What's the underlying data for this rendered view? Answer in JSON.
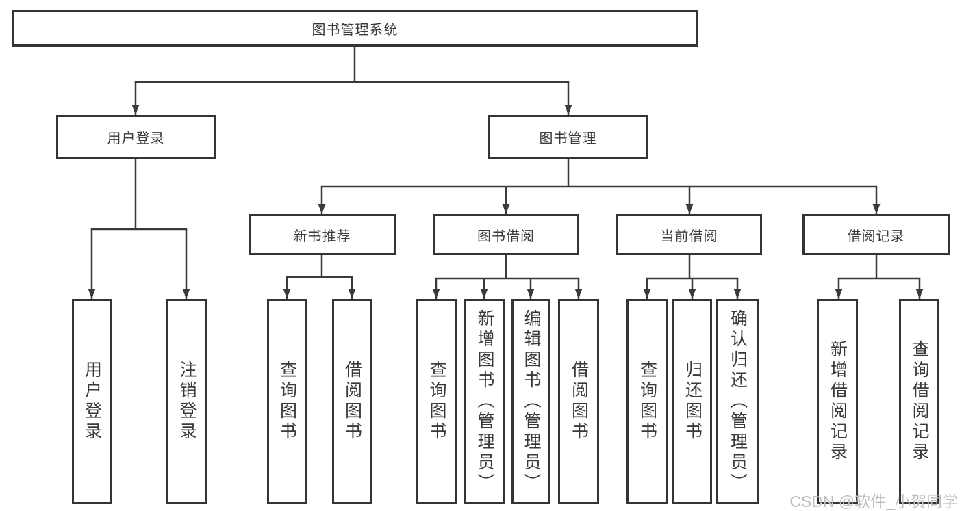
{
  "diagram": {
    "root": {
      "label": "图书管理系统"
    },
    "branches": [
      {
        "label": "用户登录",
        "children": [
          {
            "label": "用户登录"
          },
          {
            "label": "注销登录"
          }
        ]
      },
      {
        "label": "图书管理",
        "children": [
          {
            "label": "新书推荐",
            "children": [
              {
                "label": "查询图书"
              },
              {
                "label": "借阅图书"
              }
            ]
          },
          {
            "label": "图书借阅",
            "children": [
              {
                "label": "查询图书"
              },
              {
                "label": "新增图书（管理员）"
              },
              {
                "label": "编辑图书（管理员）"
              },
              {
                "label": "借阅图书"
              }
            ]
          },
          {
            "label": "当前借阅",
            "children": [
              {
                "label": "查询图书"
              },
              {
                "label": "归还图书"
              },
              {
                "label": "确认归还（管理员）"
              }
            ]
          },
          {
            "label": "借阅记录",
            "children": [
              {
                "label": "新增借阅记录"
              },
              {
                "label": "查询借阅记录"
              }
            ]
          }
        ]
      }
    ]
  },
  "watermark": {
    "text": "CSDN @软件_小贺同学"
  },
  "colors": {
    "line": "#3a3a3a",
    "border": "#343434",
    "text": "#3a3a3a",
    "watermark": "#bdbdbd",
    "background": "#ffffff"
  }
}
